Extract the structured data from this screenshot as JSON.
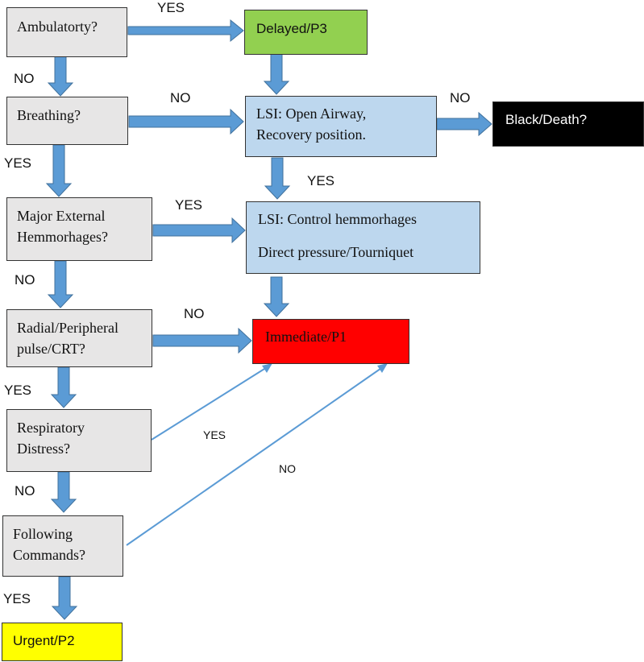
{
  "colors": {
    "gray_box": "#e7e6e6",
    "blue_box": "#bdd7ee",
    "green_box": "#92d050",
    "red_box": "#ff0000",
    "yellow_box": "#ffff00",
    "black_box": "#000000",
    "arrow": "#5b9bd5"
  },
  "nodes": {
    "ambulatory": "Ambulatorty?",
    "delayed": "Delayed/P3",
    "breathing": "Breathing?",
    "lsi_airway": "LSI: Open Airway,\nRecovery position.",
    "black_death": "Black/Death?",
    "major_hemorrhages": "Major External\nHemmorhages?",
    "lsi_hemorrhage_line1": "LSI: Control hemmorhages",
    "lsi_hemorrhage_line2": "Direct pressure/Tourniquet",
    "radial_pulse": "Radial/Peripheral\npulse/CRT?",
    "immediate": "Immediate/P1",
    "respiratory_distress": "Respiratory\nDistress?",
    "following_commands": "Following\nCommands?",
    "urgent": "Urgent/P2"
  },
  "edge_labels": {
    "ambulatory_to_delayed": "YES",
    "ambulatory_to_breathing": "NO",
    "breathing_to_lsi": "NO",
    "lsi_to_black": "NO",
    "breathing_to_major": "YES",
    "lsi_to_hemorrhage": "YES",
    "major_to_lsi_hemorrhage": "YES",
    "major_to_radial": "NO",
    "radial_to_immediate": "NO",
    "radial_to_respiratory": "YES",
    "respiratory_to_immediate": "YES",
    "respiratory_to_following": "NO",
    "following_to_immediate": "NO",
    "following_to_urgent": "YES"
  }
}
